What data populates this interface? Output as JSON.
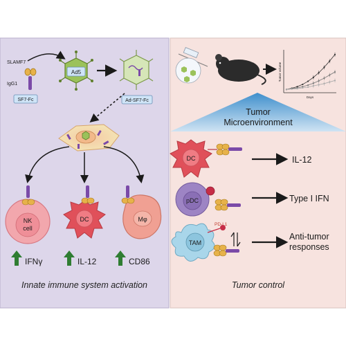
{
  "left_panel": {
    "bg_color": "#ddd6ea",
    "caption": "Innate immune system activation",
    "slamf7_label": "SLAMF7",
    "igg1_label": "IgG1",
    "sf7fc_label": "SF7-Fc",
    "ad5_label": "Ad5",
    "adsf7fc_label": "Ad-SF7-Fc",
    "cells": [
      {
        "label_line1": "NK",
        "label_line2": "cell",
        "readout": "IFNγ"
      },
      {
        "label_line1": "DC",
        "label_line2": "",
        "readout": "IL-12"
      },
      {
        "label_line1": "Mφ",
        "label_line2": "",
        "readout": "CD86"
      }
    ]
  },
  "right_panel": {
    "bg_color": "#f7e3df",
    "caption": "Tumor control",
    "tme_line1": "Tumor",
    "tme_line2": "Microenvironment",
    "mini_chart": {
      "ylabel": "Tumor volume",
      "xlabel": "Days"
    },
    "rows": [
      {
        "cell": "DC",
        "outcome_line1": "IL-12",
        "outcome_line2": ""
      },
      {
        "cell": "pDC",
        "outcome_line1": "Type I IFN",
        "outcome_line2": ""
      },
      {
        "cell": "TAM",
        "outcome_line1": "Anti-tumor",
        "outcome_line2": "responses",
        "extra_label": "PD-L1"
      }
    ]
  },
  "colors": {
    "arrow_up": "#2f7d32",
    "virus": "#9bc25a",
    "dc_red": "#e0505a",
    "nk_pink": "#f2a7ad",
    "mac_salmon": "#f0a093",
    "pdc_purple": "#9d84c4",
    "tam_blue": "#a9d6ea",
    "tme_blue": "#4a9ad2"
  },
  "chart_data": {
    "type": "line",
    "ylabel": "Tumor volume",
    "xlabel": "Days",
    "x": [
      1,
      2,
      3,
      4,
      5,
      6,
      7,
      8,
      9,
      10
    ],
    "series": [
      {
        "values": [
          0.05,
          0.08,
          0.12,
          0.18,
          0.26,
          0.36,
          0.48,
          0.62,
          0.78,
          0.95
        ]
      },
      {
        "values": [
          0.05,
          0.07,
          0.09,
          0.12,
          0.16,
          0.21,
          0.27,
          0.34,
          0.42,
          0.5
        ]
      },
      {
        "values": [
          0.05,
          0.06,
          0.07,
          0.09,
          0.11,
          0.14,
          0.17,
          0.2,
          0.24,
          0.28
        ]
      }
    ]
  }
}
